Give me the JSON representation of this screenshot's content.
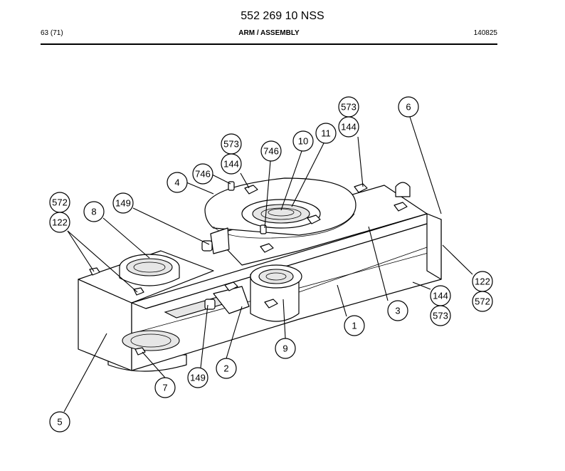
{
  "header": {
    "doc_number": "552 269 10 NSS",
    "page_ref": "63 (71)",
    "section_title": "ARM / ASSEMBLY",
    "doc_date": "140825"
  },
  "callouts": [
    "573",
    "144",
    "573",
    "144",
    "746",
    "746",
    "10",
    "11",
    "6",
    "4",
    "149",
    "8",
    "572",
    "122",
    "3",
    "1",
    "122",
    "572",
    "144",
    "573",
    "9",
    "2",
    "149",
    "7",
    "5"
  ]
}
